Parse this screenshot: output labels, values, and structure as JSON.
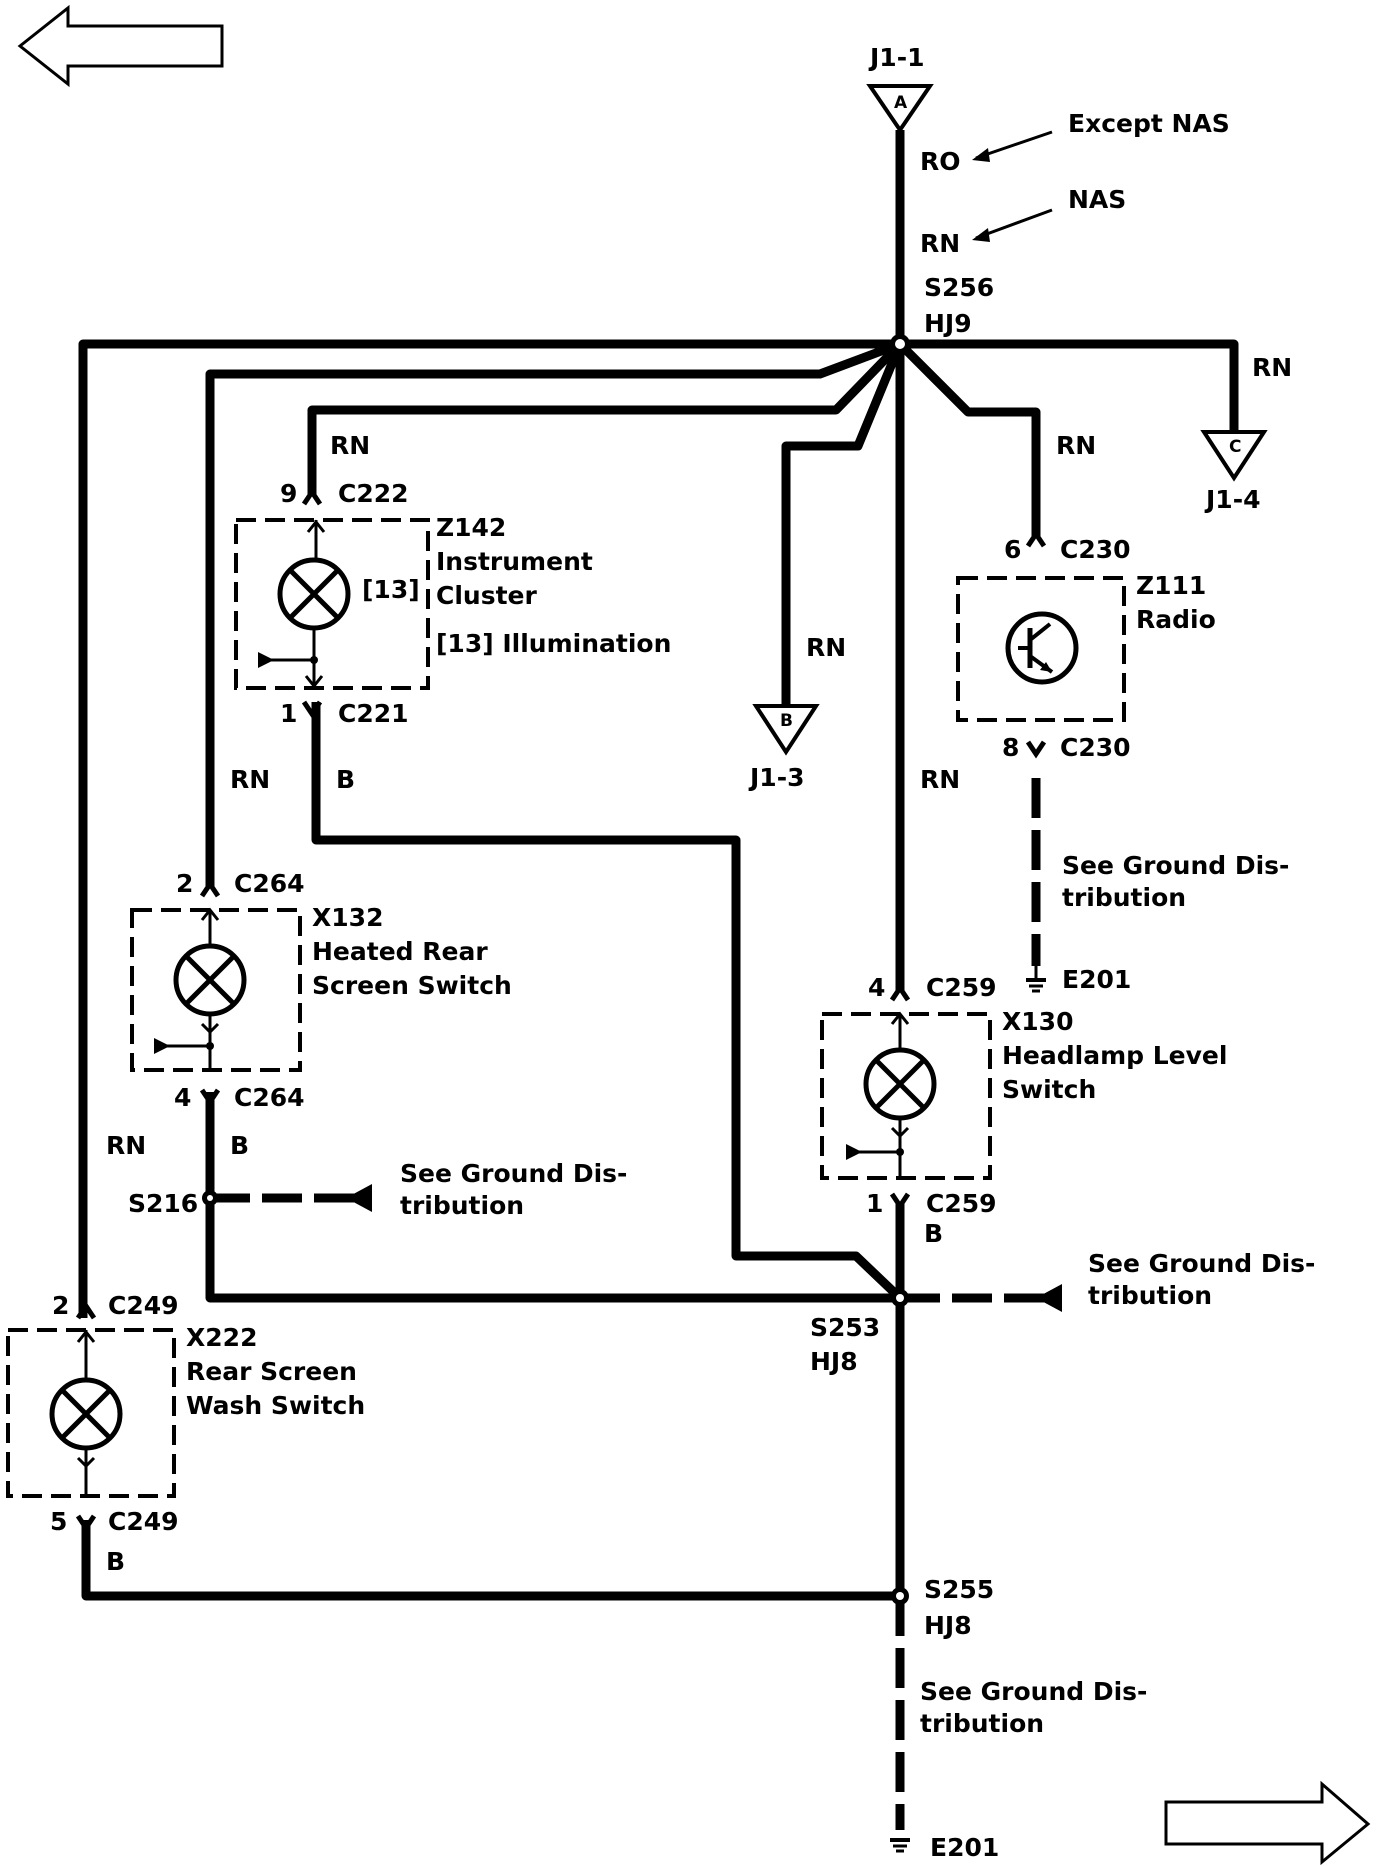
{
  "nav": {
    "prev_arrow": "previous-page",
    "next_arrow": "next-page"
  },
  "connectors_top": {
    "j1_1": "J1-1",
    "a": "A",
    "j1_4": "J1-4",
    "c": "C",
    "j1_3": "J1-3",
    "b": "B"
  },
  "wire_labels": {
    "ro": "RO",
    "rn": "RN",
    "b": "B",
    "except_nas": "Except NAS",
    "nas": "NAS"
  },
  "splices": {
    "s256": "S256",
    "hj9": "HJ9",
    "s253": "S253",
    "hj8": "HJ8",
    "s255": "S255",
    "s216": "S216"
  },
  "ground": {
    "e201": "E201",
    "see_ground_1": "See Ground Dis-",
    "see_ground_2": "tribution"
  },
  "components": {
    "z142": {
      "id": "Z142",
      "line1": "Instrument",
      "line2": "Cluster",
      "note": "[13]",
      "note2": "[13]  Illumination",
      "pin_top": "9",
      "conn_top": "C222",
      "pin_bot": "1",
      "conn_bot": "C221"
    },
    "z111": {
      "id": "Z111",
      "line1": "Radio",
      "pin_top": "6",
      "conn_top": "C230",
      "pin_bot": "8",
      "conn_bot": "C230"
    },
    "x132": {
      "id": "X132",
      "line1": "Heated Rear",
      "line2": "Screen Switch",
      "pin_top": "2",
      "conn_top": "C264",
      "pin_bot": "4",
      "conn_bot": "C264"
    },
    "x130": {
      "id": "X130",
      "line1": "Headlamp Level",
      "line2": "Switch",
      "pin_top": "4",
      "conn_top": "C259",
      "pin_bot": "1",
      "conn_bot": "C259"
    },
    "x222": {
      "id": "X222",
      "line1": "Rear Screen",
      "line2": "Wash Switch",
      "pin_top": "2",
      "conn_top": "C249",
      "pin_bot": "5",
      "conn_bot": "C249"
    }
  }
}
